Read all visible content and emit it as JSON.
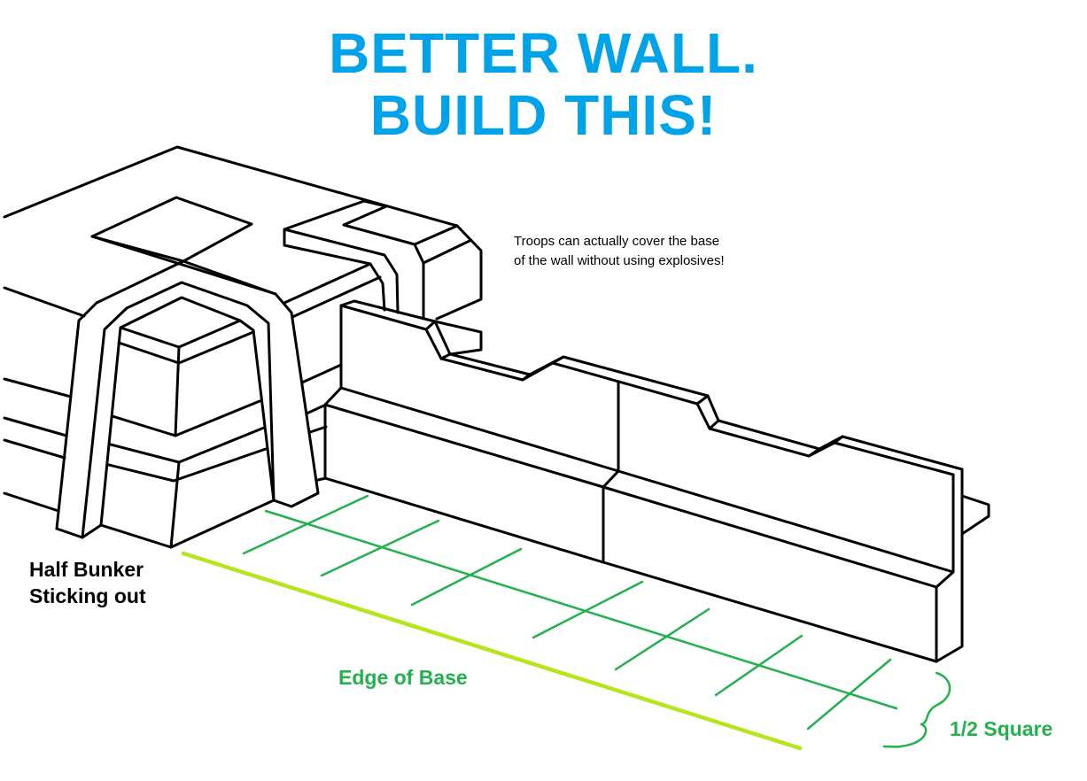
{
  "title": {
    "line1": "BETTER WALL.",
    "line2": "BUILD THIS!"
  },
  "note": {
    "line1": "Troops can actually cover the base",
    "line2": "of the wall without using explosives!"
  },
  "labels": {
    "bunker_line1": "Half Bunker",
    "bunker_line2": "Sticking out",
    "edge": "Edge of Base",
    "half_square": "1/2 Square"
  },
  "colors": {
    "title": "#00a2e8",
    "grid": "#22b14c",
    "edge": "#b5e61d",
    "ink": "#000000"
  }
}
